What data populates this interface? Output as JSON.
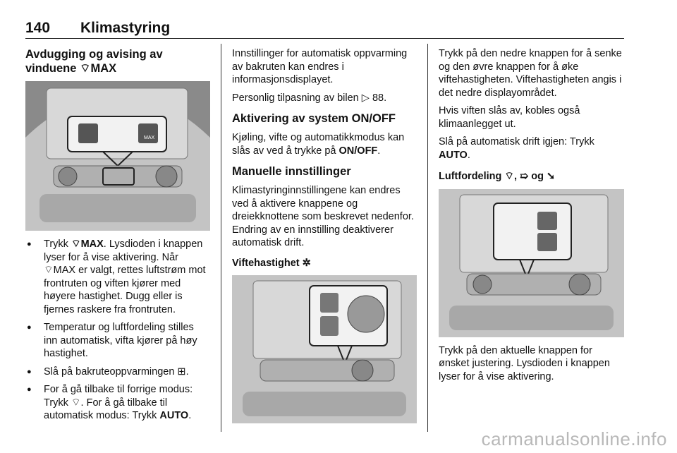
{
  "header": {
    "page_number": "140",
    "title": "Klimastyring"
  },
  "col1": {
    "heading_line1": "Avdugging og avising av",
    "heading_line2": "vinduene ⌔MAX",
    "figure_labels": {
      "max": "MAX"
    },
    "bullets": [
      {
        "pre": "Trykk ",
        "bold": "⌔MAX",
        "post": ". Lysdioden i knappen lyser for å vise aktivering. Når ⌔MAX er valgt, rettes luftstrøm mot frontruten og viften kjører med høyere hastighet. Dugg eller is fjernes raskere fra frontruten."
      },
      {
        "pre": "Temperatur og luftfordeling stilles inn automatisk, vifta kjører på høy hastighet.",
        "bold": "",
        "post": ""
      },
      {
        "pre": "Slå på bakruteoppvarmingen ⊞.",
        "bold": "",
        "post": ""
      },
      {
        "pre": "For å gå tilbake til forrige modus: Trykk ⌔. For å gå tilbake til automatisk modus: Trykk ",
        "bold": "AUTO",
        "post": "."
      }
    ]
  },
  "col2": {
    "p1": "Innstillinger for automatisk oppvarming av bakruten kan endres i informasjonsdisplayet.",
    "p2": "Personlig tilpasning av bilen ▷ 88.",
    "h_activation": "Aktivering av system ON/OFF",
    "p3_pre": "Kjøling, vifte og automatikkmodus kan slås av ved å trykke på ",
    "p3_bold": "ON/OFF",
    "p3_post": ".",
    "h_manual": "Manuelle innstillinger",
    "p4": "Klimastyringinnstillingene kan endres ved å aktivere knappene og dreiekknottene som beskrevet nedenfor. Endring av en innstilling deaktiverer automatisk drift.",
    "h_fan": "Viftehastighet ✲"
  },
  "col3": {
    "p1": "Trykk på den nedre knappen for å senke og den øvre knappen for å øke viftehastigheten. Viftehastigheten angis i det nedre displayområdet.",
    "p2": "Hvis viften slås av, kobles også klimaanlegget ut.",
    "p3_pre": "Slå på automatisk drift igjen: Trykk ",
    "p3_bold": "AUTO",
    "p3_post": ".",
    "h_air": "Luftfordeling ⌔, ➯ og ➘",
    "p4": "Trykk på den aktuelle knappen for ønsket justering. Lysdioden i knappen lyser for å vise aktivering."
  },
  "watermark": "carmanualsonline.info"
}
